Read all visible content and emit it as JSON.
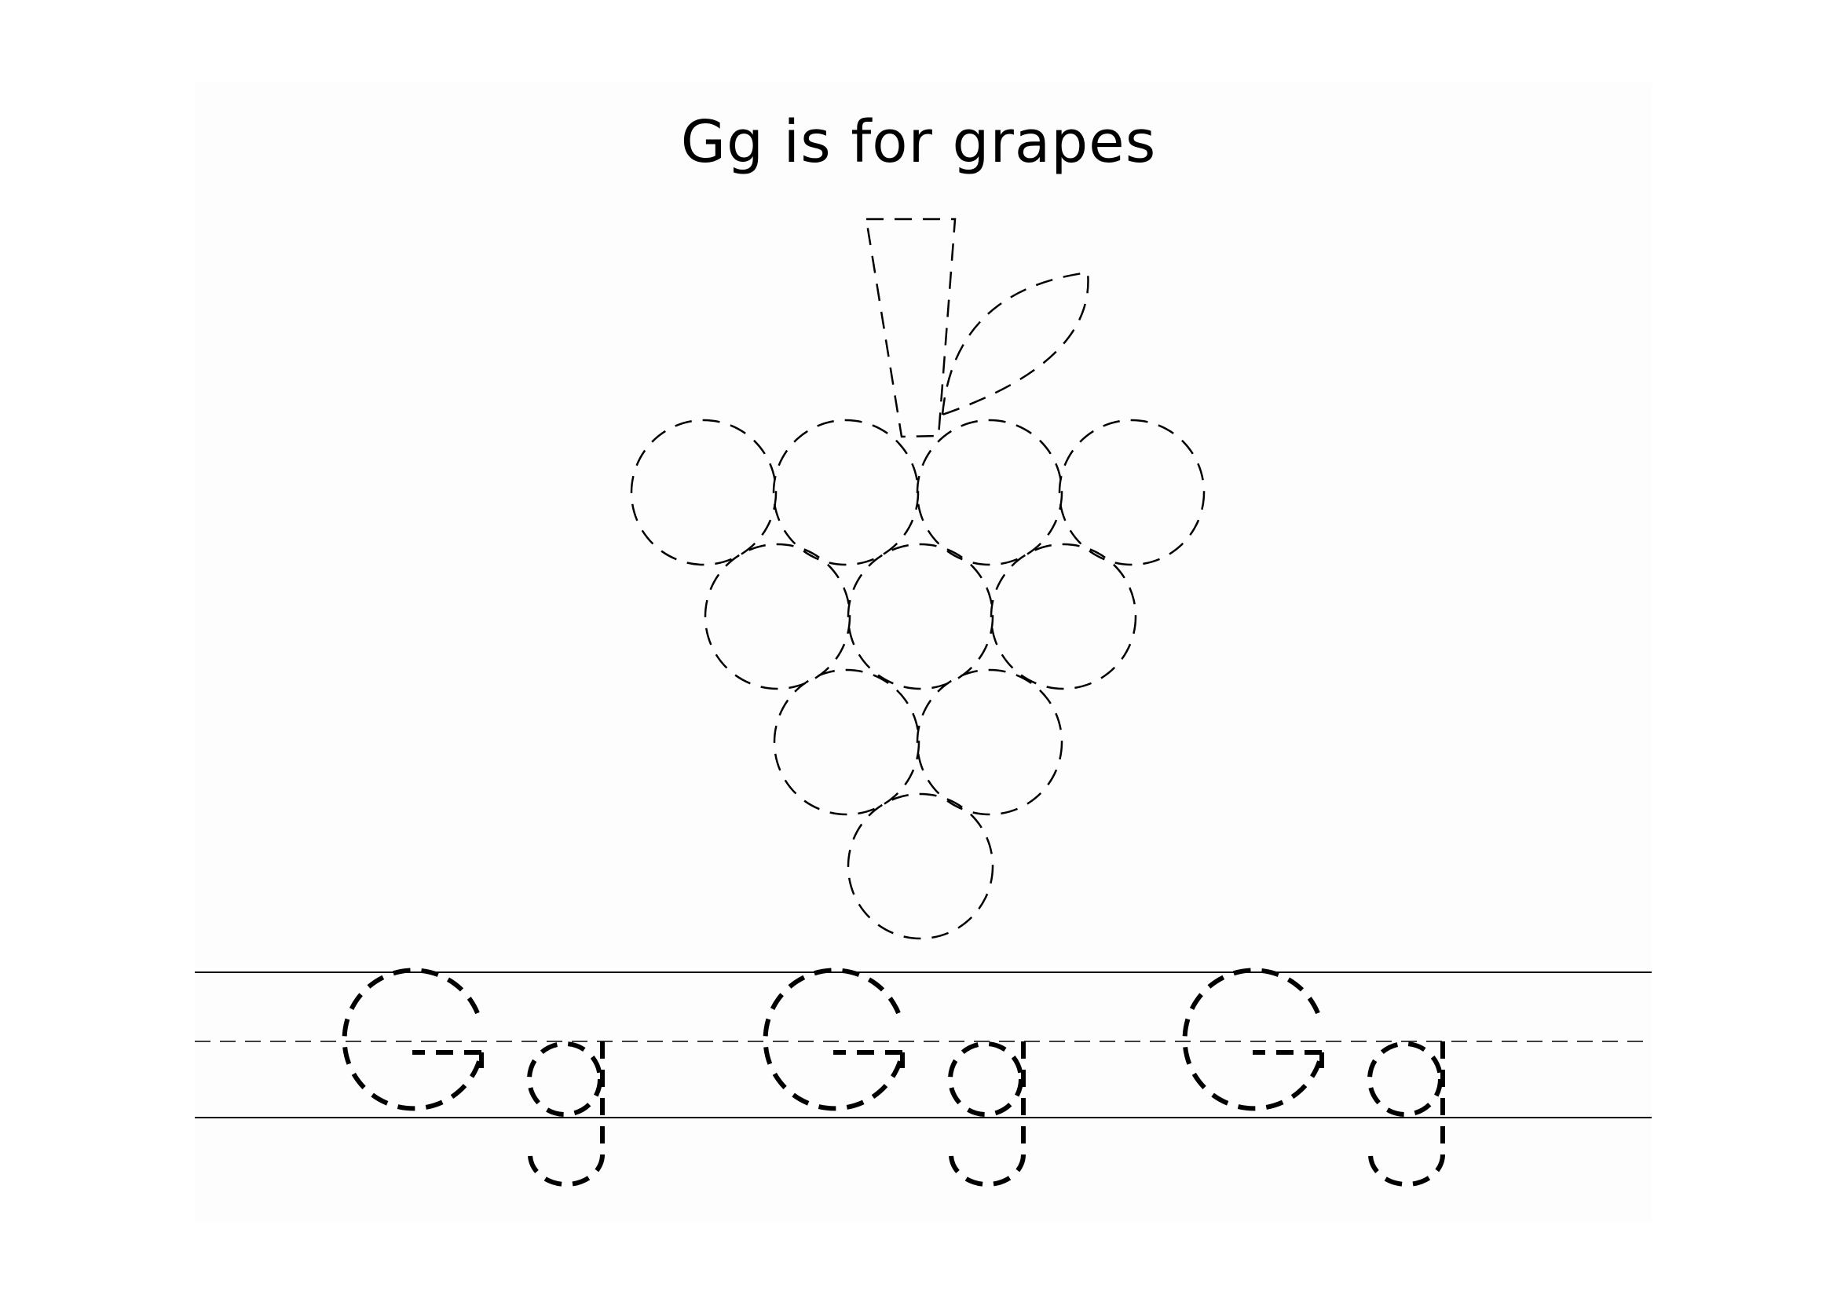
{
  "worksheet": {
    "title": "Gg is for grapes",
    "ink_color": "#000000",
    "paper_color": "#fdfdfd",
    "picture": "grapes",
    "trace_letters": [
      "G",
      "g",
      "G",
      "g",
      "G",
      "g"
    ]
  }
}
